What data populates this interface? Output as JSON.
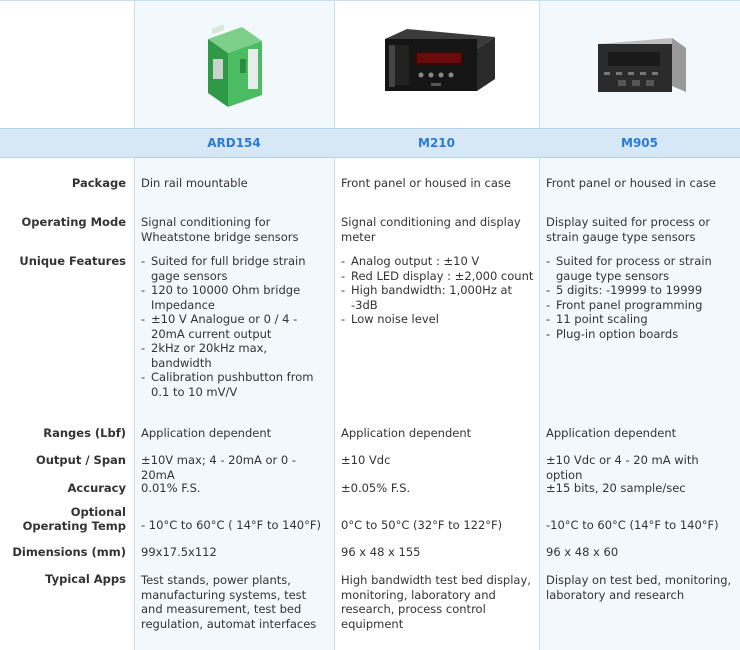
{
  "products": [
    {
      "name": "ARD154",
      "image_icon": "din-rail-module-icon",
      "image_color": "#3fae5a"
    },
    {
      "name": "M210",
      "image_icon": "panel-meter-red-led-icon",
      "image_color": "#1a1a1a"
    },
    {
      "name": "M905",
      "image_icon": "panel-meter-icon",
      "image_color": "#2a2a2a"
    }
  ],
  "rows": {
    "package": {
      "label": "Package",
      "values": [
        "Din rail mountable",
        "Front panel or housed in case",
        "Front panel or housed in case"
      ]
    },
    "operating_mode": {
      "label": "Operating Mode",
      "values": [
        "Signal conditioning for Wheatstone bridge sensors",
        "Signal conditioning and display meter",
        "Display suited for process or strain gauge type sensors"
      ]
    },
    "unique_features": {
      "label": "Unique Features",
      "values": [
        [
          "Suited for full bridge strain gage sensors",
          "120 to 10000 Ohm bridge Impedance",
          "±10 V Analogue or 0 / 4 - 20mA current output",
          "2kHz or 20kHz max, bandwidth",
          "Calibration pushbutton from 0.1 to 10 mV/V"
        ],
        [
          "Analog output : ±10 V",
          "Red LED display : ±2,000 count",
          "High bandwidth: 1,000Hz at -3dB",
          "Low noise level"
        ],
        [
          "Suited for process or strain gauge type sensors",
          "5 digits: -19999 to 19999",
          "Front panel programming",
          "11 point scaling",
          "Plug-in option boards"
        ]
      ]
    },
    "ranges": {
      "label": "Ranges (Lbf)",
      "values": [
        "Application dependent",
        "Application dependent",
        "Application dependent"
      ]
    },
    "output_span": {
      "label": "Output / Span",
      "values": [
        "±10V max; 4 - 20mA or 0 - 20mA",
        "±10 Vdc",
        "±10 Vdc or 4 - 20 mA with option"
      ]
    },
    "accuracy": {
      "label": "Accuracy",
      "values": [
        "0.01% F.S.",
        "±0.05% F.S.",
        "±15 bits, 20 sample/sec"
      ]
    },
    "optional_temp": {
      "label_line1": "Optional",
      "label_line2": "Operating Temp",
      "values": [
        "- 10°C to 60°C ( 14°F to 140°F)",
        "0°C to 50°C (32°F to 122°F)",
        "-10°C to 60°C (14°F to 140°F)"
      ]
    },
    "dimensions": {
      "label": "Dimensions (mm)",
      "values": [
        "99x17.5x112",
        "96 x 48 x 155",
        "96 x 48 x 60"
      ]
    },
    "typical_apps": {
      "label": "Typical Apps",
      "values": [
        "Test stands, power plants, manufacturing systems, test and measurement, test bed regulation, automat interfaces",
        "High bandwidth test bed display, monitoring, laboratory and research, process control equipment",
        "Display on test bed, monitoring, laboratory and research"
      ]
    }
  }
}
